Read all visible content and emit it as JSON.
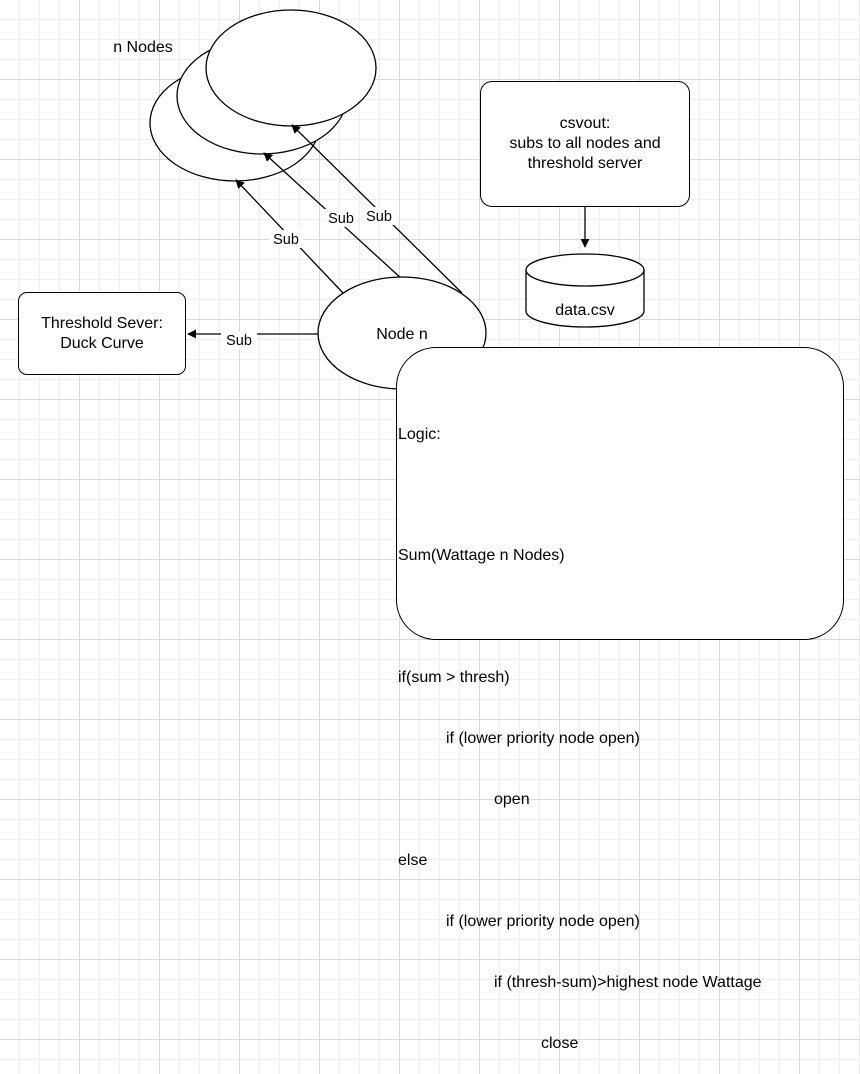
{
  "nodes_label": "n Nodes",
  "node_n_label": "Node n",
  "edge_labels": {
    "sub_1": "Sub",
    "sub_2": "Sub",
    "sub_3": "Sub",
    "sub_threshold": "Sub"
  },
  "threshold_server": {
    "line1": "Threshold Sever:",
    "line2": "Duck Curve"
  },
  "csvout": {
    "line1": "csvout:",
    "line2": "subs to all nodes and",
    "line3": "threshold server"
  },
  "datastore": {
    "label": "data.csv"
  },
  "logic": {
    "lines": [
      "Logic:",
      "",
      "Sum(Wattage n Nodes)",
      "",
      "if(sum > thresh)",
      "if (lower priority node open)",
      "open",
      "else",
      "if (lower priority node open)",
      "if (thresh-sum)>highest node Wattage",
      "close"
    ]
  }
}
